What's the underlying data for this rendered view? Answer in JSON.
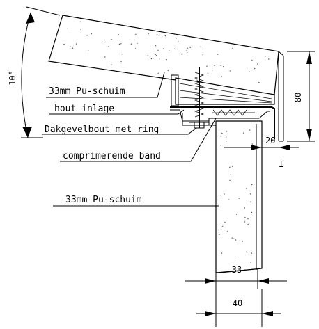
{
  "labels": {
    "roof_foam": "33mm Pu-schuim",
    "wood_inlay": "hout inlage",
    "bolt": "Dakgevelbout met ring",
    "band": "comprimerende band",
    "wall_foam": "33mm Pu-schuim"
  },
  "dimensions": {
    "angle": "10°",
    "height": "80",
    "gap": "20",
    "gap_small": "I",
    "panel_thickness": "33",
    "flange_width": "40"
  }
}
